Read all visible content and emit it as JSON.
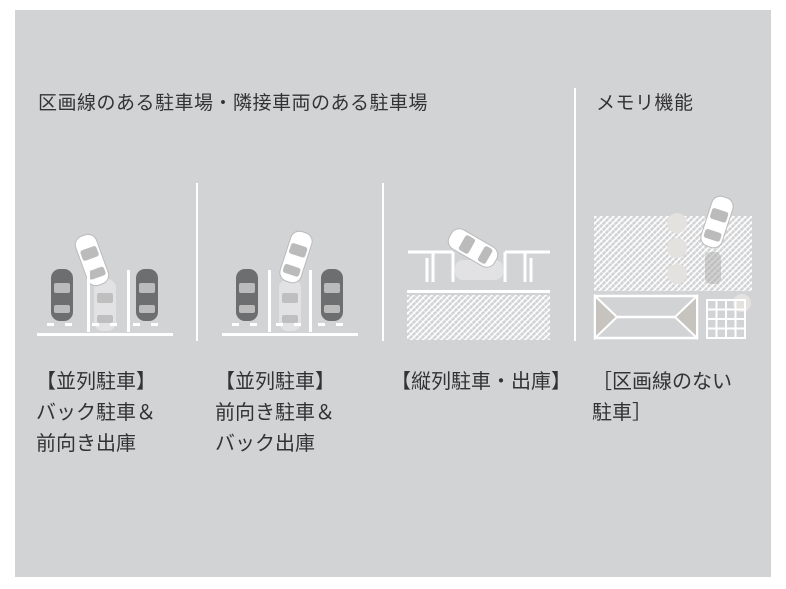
{
  "headings": {
    "marked": "区画線のある駐車場・隣接車両のある駐車場",
    "memory": "メモリ機能"
  },
  "scenarios": [
    {
      "lines": [
        "【並列駐車】",
        "バック駐車＆",
        "前向き出庫"
      ],
      "illustration": "parallel-reverse-parking"
    },
    {
      "lines": [
        "【並列駐車】",
        "前向き駐車＆",
        "バック出庫"
      ],
      "illustration": "parallel-forward-parking"
    },
    {
      "lines": [
        "【縦列駐車・出庫】"
      ],
      "illustration": "parallel-street-parking"
    },
    {
      "lines": [
        "［区画線のない",
        "駐車］"
      ],
      "illustration": "unmarked-parking-memory"
    }
  ],
  "colors": {
    "panel": "#d2d3d5",
    "text": "#333333",
    "line": "#ffffff",
    "parked_car": "#6d6e70"
  }
}
